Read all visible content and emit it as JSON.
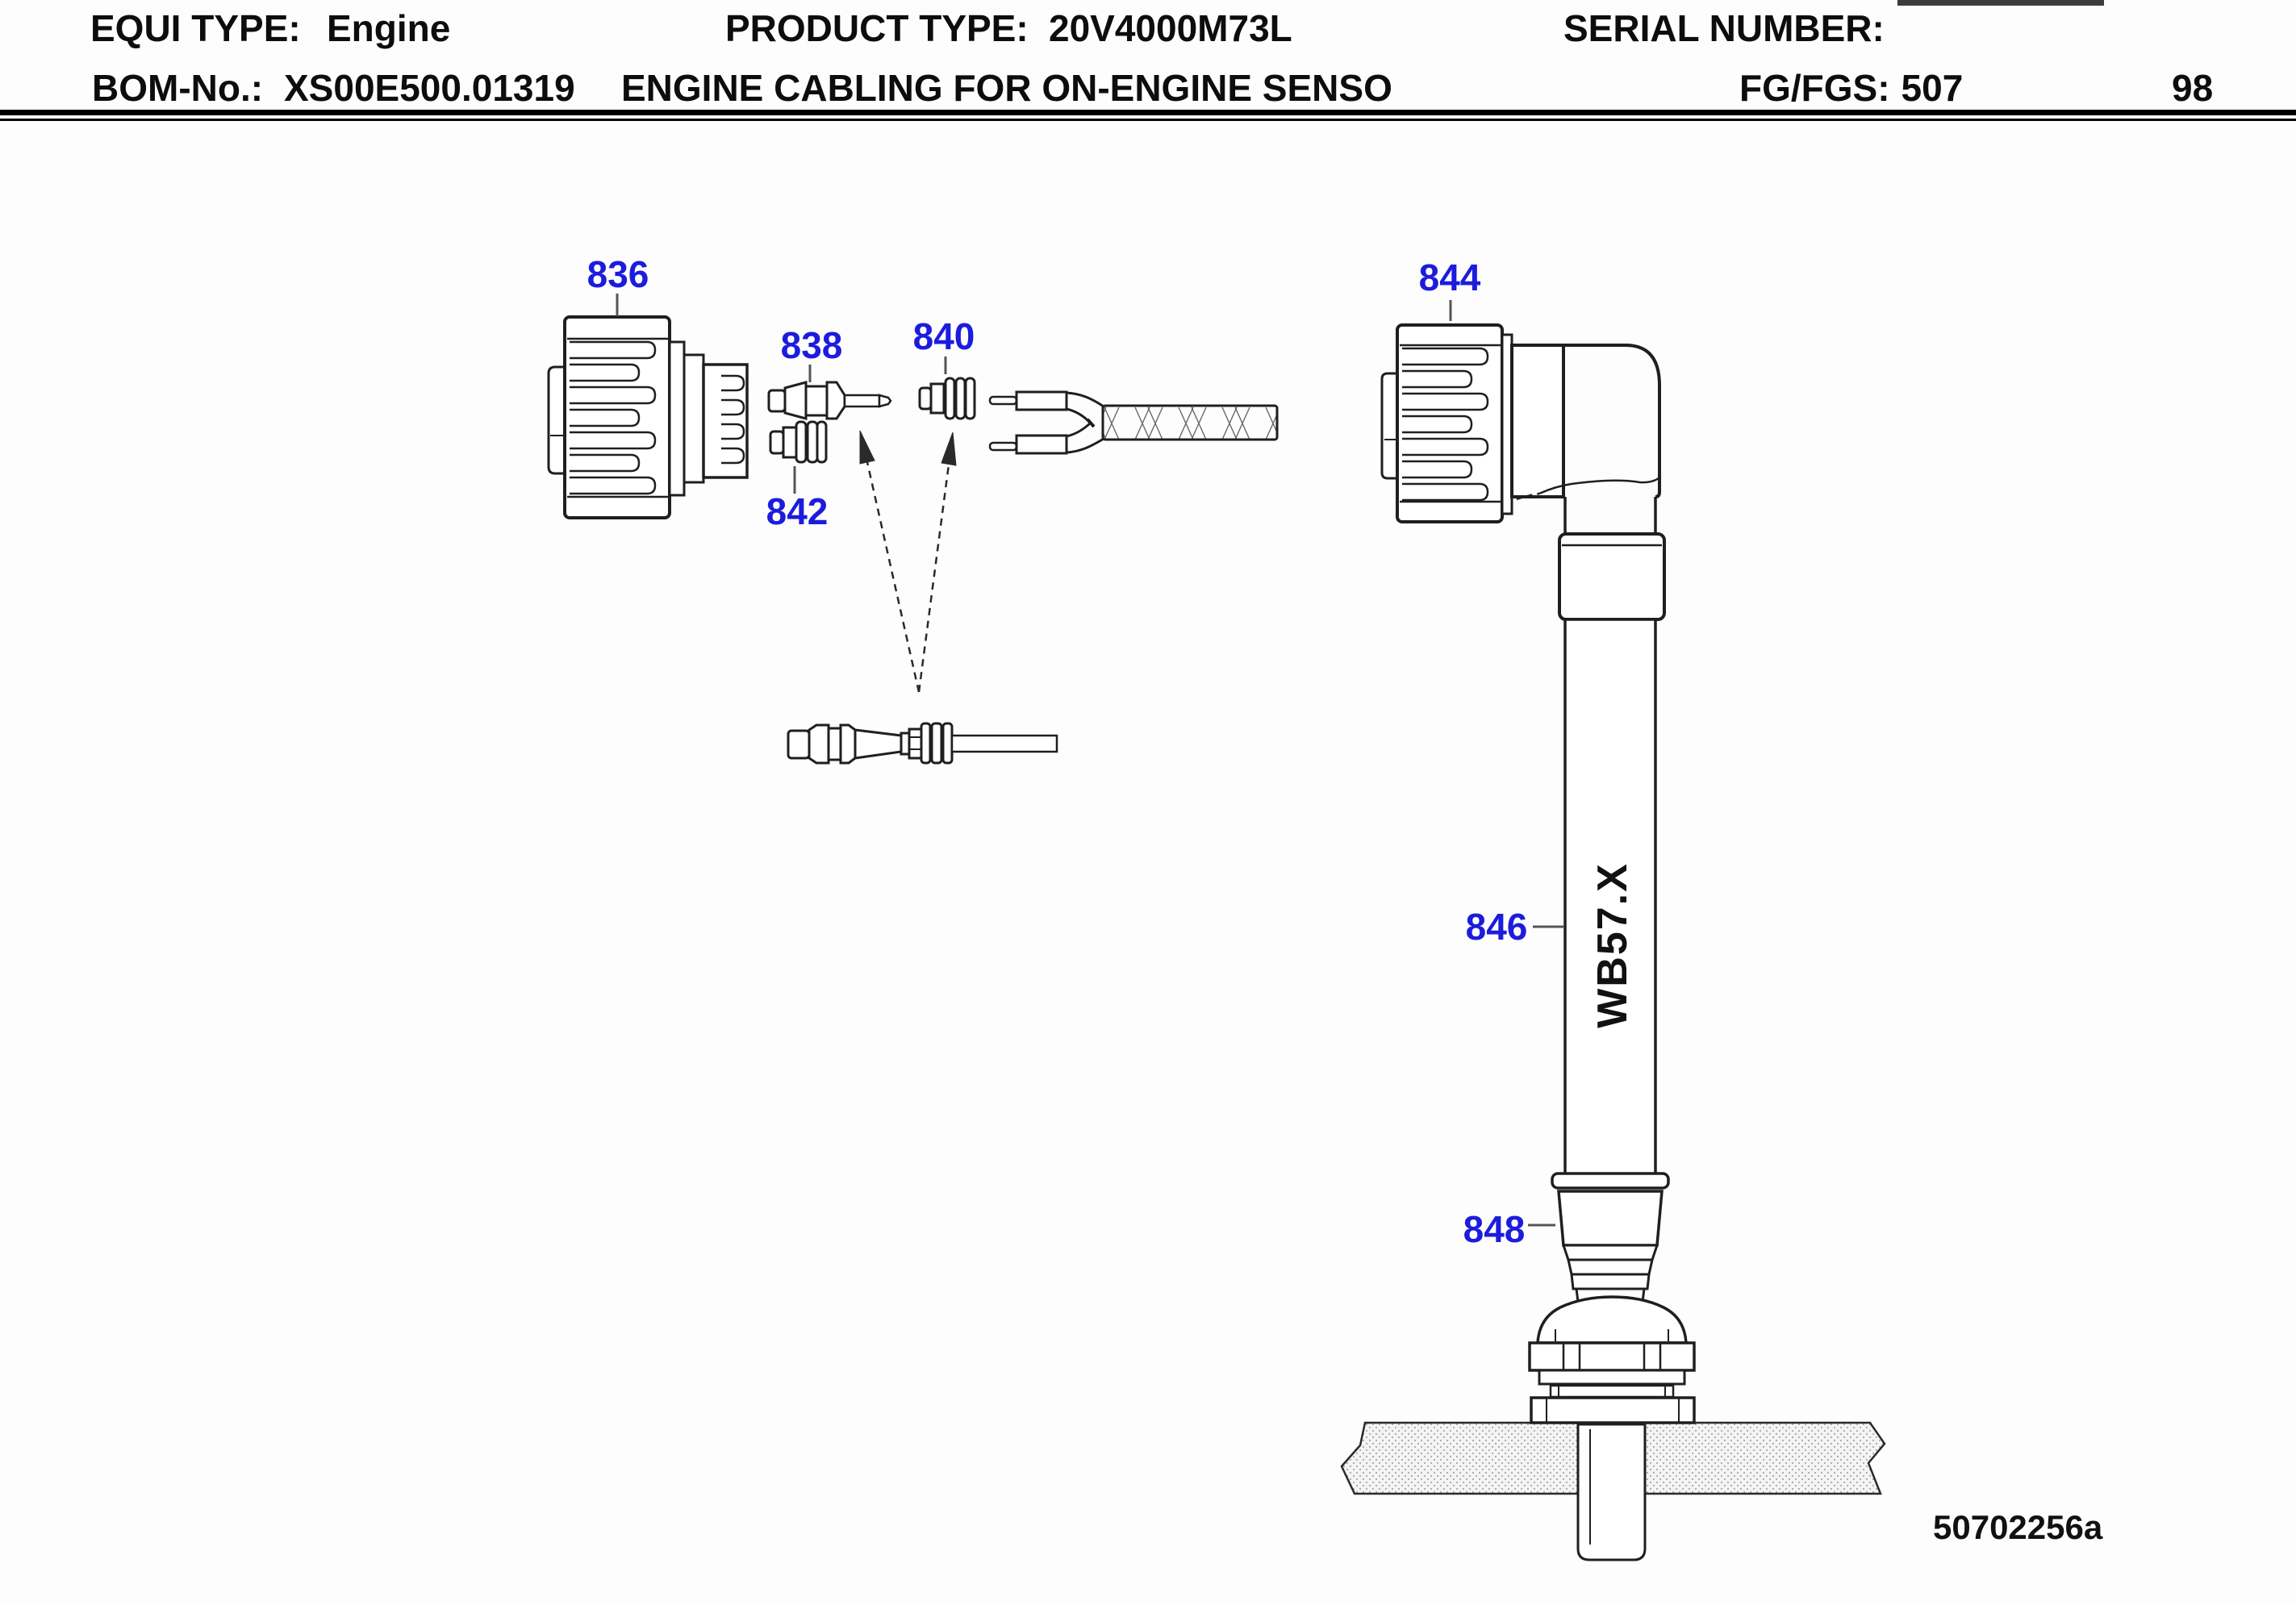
{
  "header": {
    "equi_type_label": "EQUI TYPE:",
    "equi_type_value": "Engine",
    "product_type_label": "PRODUCT TYPE:",
    "product_type_value": "20V4000M73L",
    "serial_number_label": "SERIAL NUMBER:",
    "bom_no_label": "BOM-No.:",
    "bom_no_value": "XS00E500.01319",
    "title": "ENGINE CABLING FOR ON-ENGINE SENSO",
    "fg_fgs_label": "FG/FGS:",
    "fg_fgs_value": "507",
    "page_number": "98"
  },
  "diagram": {
    "callout_color": "#1c1cdd",
    "callouts": {
      "c836": "836",
      "c838": "838",
      "c840": "840",
      "c842": "842",
      "c844": "844",
      "c846": "846",
      "c848": "848"
    },
    "cable_marking": "WB57.X",
    "drawing_number": "50702256a",
    "parts": [
      {
        "callout": "836",
        "description": "connector housing with ribbed coupling nut (left)"
      },
      {
        "callout": "838",
        "description": "contact pin"
      },
      {
        "callout": "840",
        "description": "wire seal grommet (at split cable)"
      },
      {
        "callout": "842",
        "description": "wire seal grommet"
      },
      {
        "callout": "844",
        "description": "angled connector with ribbed coupling nut"
      },
      {
        "callout": "846",
        "description": "cable sleeve WB57.X"
      },
      {
        "callout": "848",
        "description": "strain-relief boot on sensor"
      }
    ]
  }
}
